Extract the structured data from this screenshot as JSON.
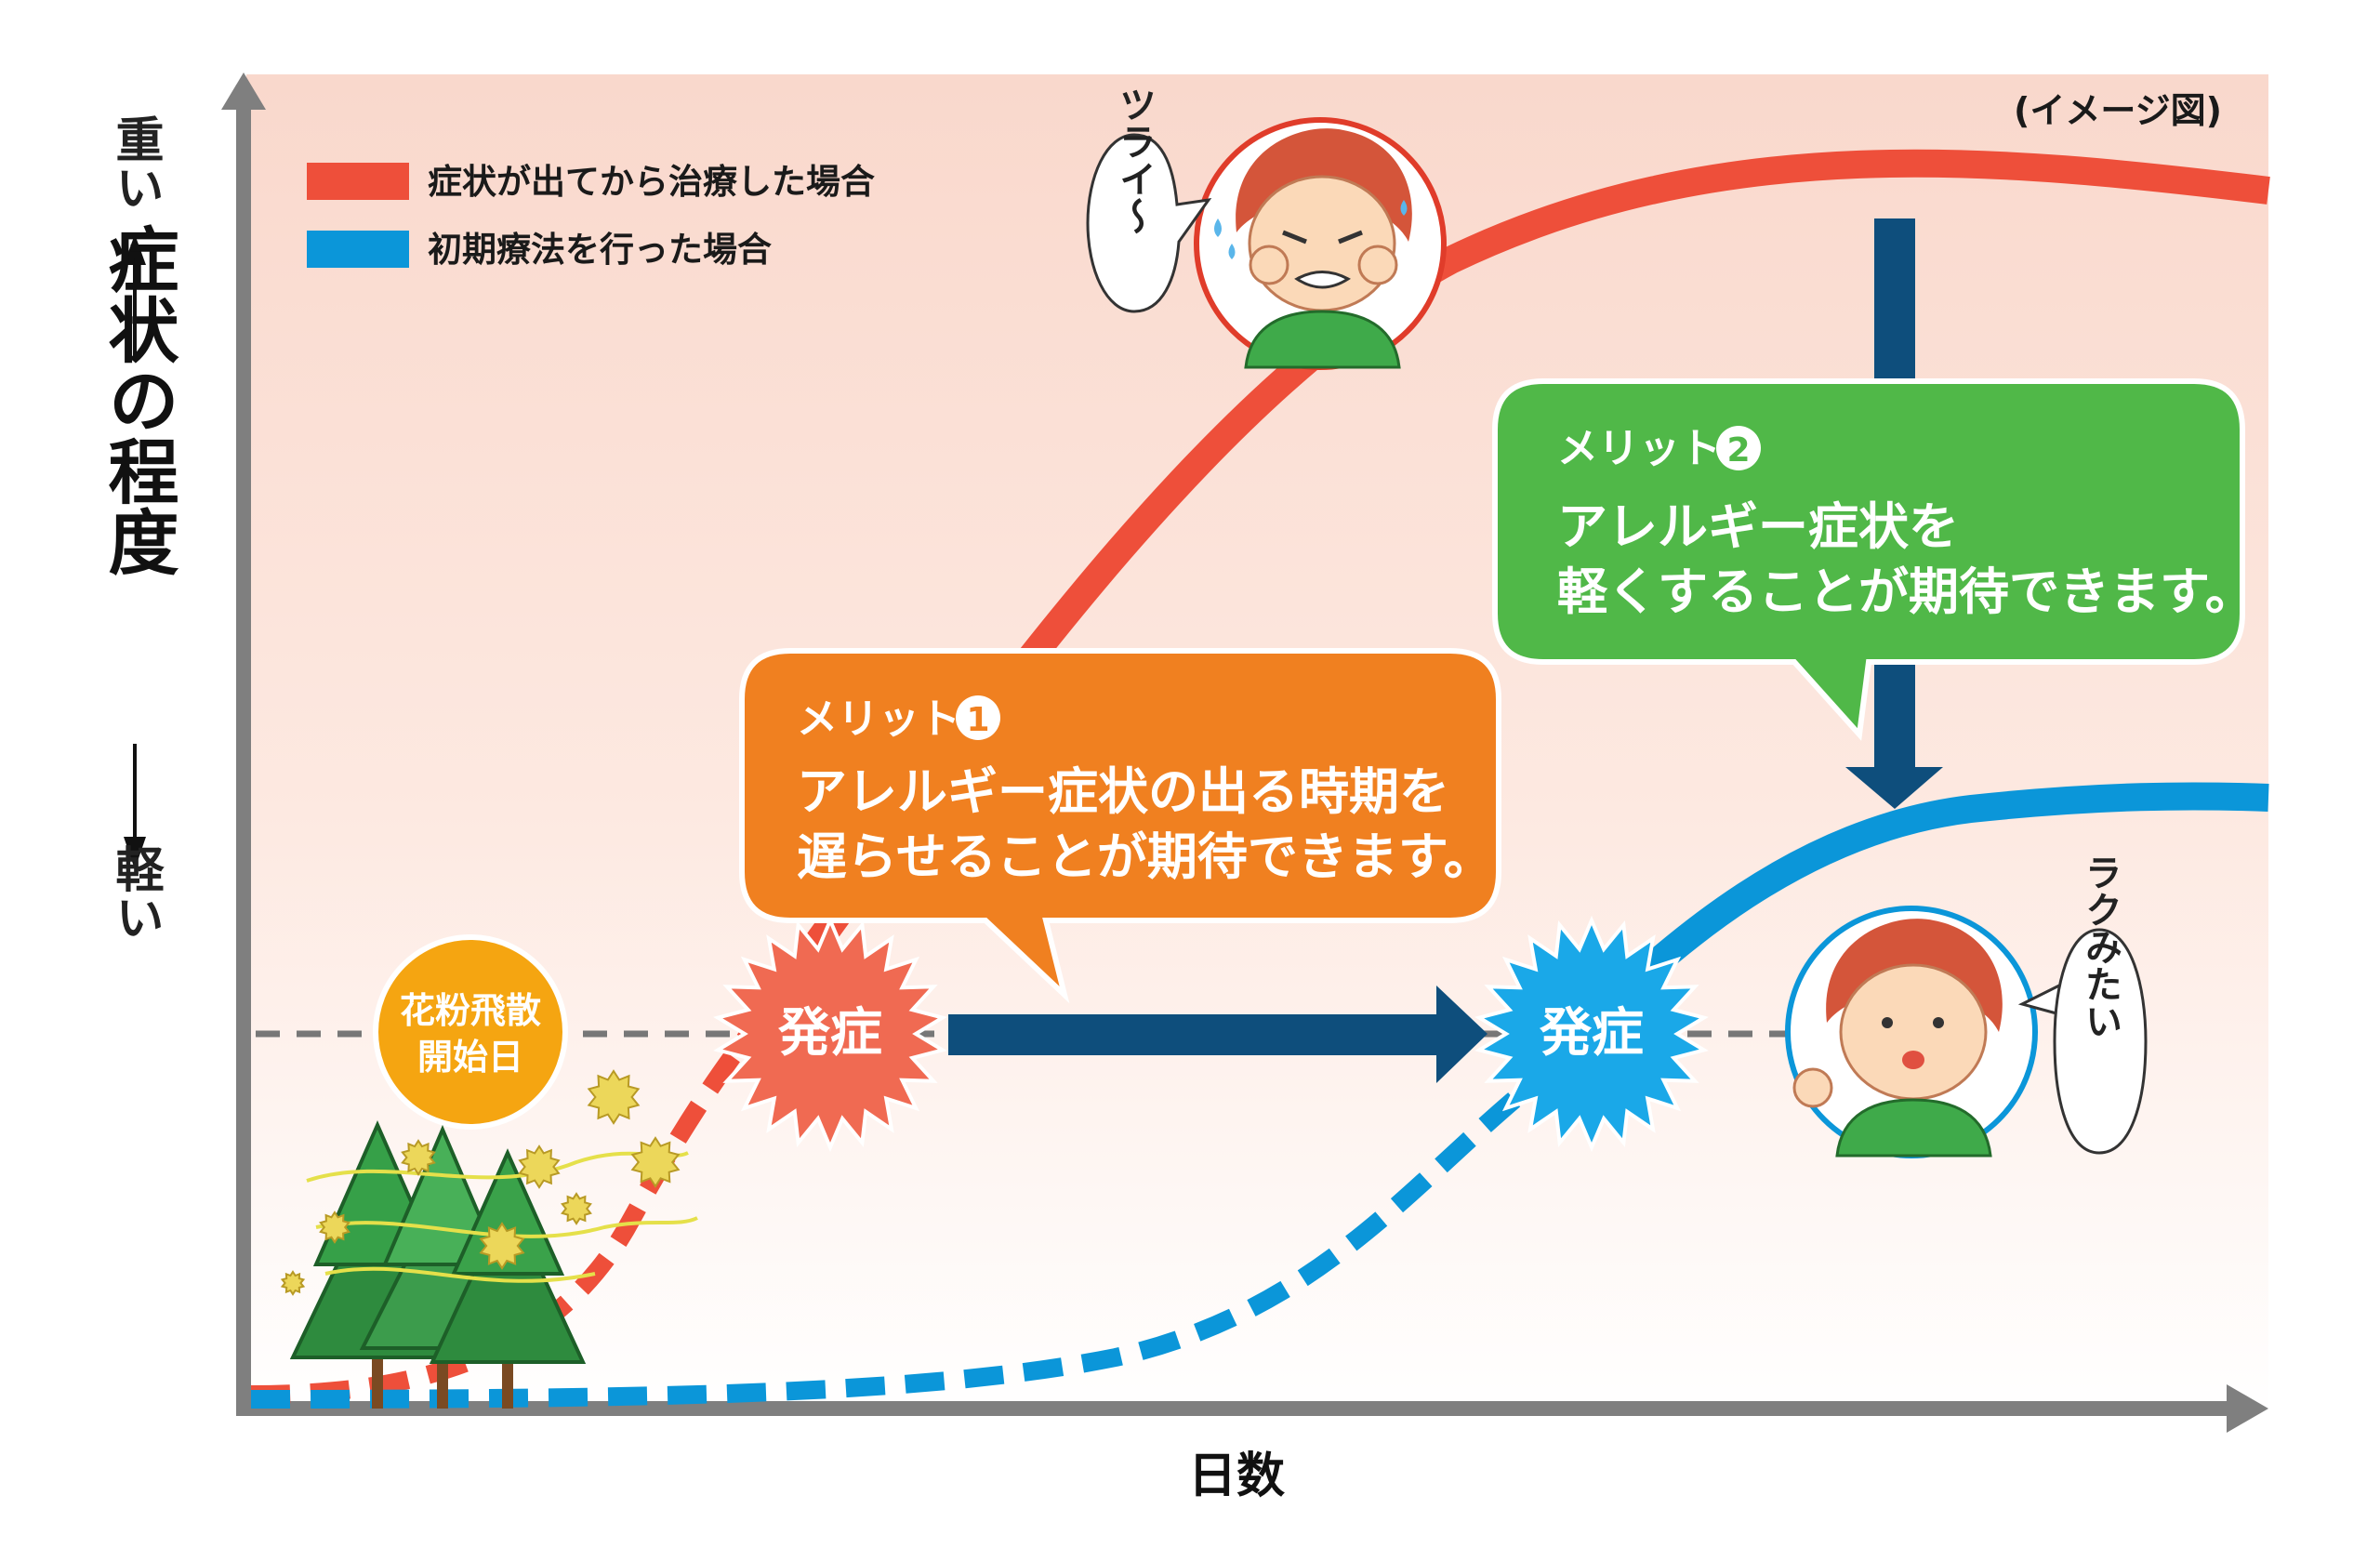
{
  "image_note": "(イメージ図)",
  "y_axis": {
    "top": "重い",
    "title": "症状の程度",
    "bottom": "軽い"
  },
  "x_axis": {
    "label": "日数"
  },
  "legend": [
    {
      "label": "症状が出てから治療した場合",
      "color": "#ee4f3a"
    },
    {
      "label": "初期療法を行った場合",
      "color": "#0b96d9"
    }
  ],
  "pollen_start": {
    "line1": "花粉飛散",
    "line2": "開始日",
    "color": "#f5a511"
  },
  "onset_label": "発症",
  "merit1": {
    "heading": "メリット",
    "number": "1",
    "line1": "アレルギー症状の出る時期を",
    "line2": "遅らせることが期待できます。",
    "color": "#f08020"
  },
  "merit2": {
    "heading": "メリット",
    "number": "2",
    "line1": "アレルギー症状を",
    "line2": "軽くすることが期待できます。",
    "color": "#50b848"
  },
  "speech_painful": "ツライ〜",
  "speech_easy": "ラクみたい",
  "colors": {
    "red_curve": "#ee4f3a",
    "blue_curve": "#0b96d9",
    "arrow": "#0e4e7c",
    "axis": "#7f7f7f",
    "burst_red": "#f06a52",
    "burst_blue": "#1aa8e8"
  }
}
